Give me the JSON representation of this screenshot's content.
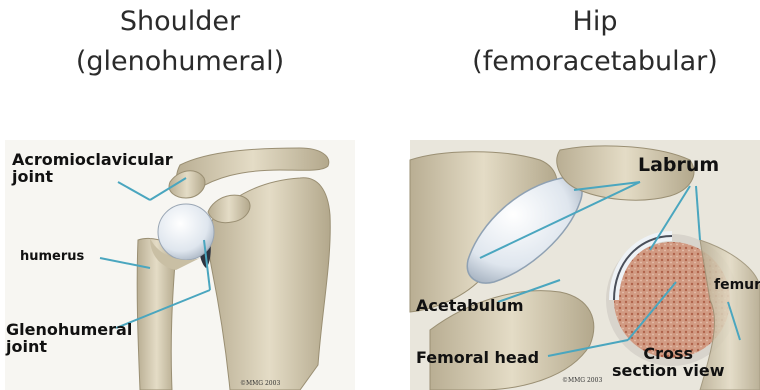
{
  "titles": {
    "shoulder": "Shoulder\n(glenohumeral)",
    "hip": "Hip\n(femoracetabular)"
  },
  "shoulder_labels": {
    "acromioclavicular": "Acromioclavicular\njoint",
    "humerus": "humerus",
    "glenohumeral": "Glenohumeral\njoint",
    "copyright": "©MMG 2003"
  },
  "hip_labels": {
    "labrum": "Labrum",
    "acetabulum": "Acetabulum",
    "femoral_head": "Femoral head",
    "cross_section": "Cross\nsection view",
    "femur": "femur",
    "copyright": "©MMG 2003"
  },
  "colors": {
    "bone": "#d6cdb4",
    "bone_shadow": "#a59a7d",
    "cartilage": "#e8eef4",
    "leader_line": "#4aa6bf",
    "cancellous": "#c98c72"
  }
}
